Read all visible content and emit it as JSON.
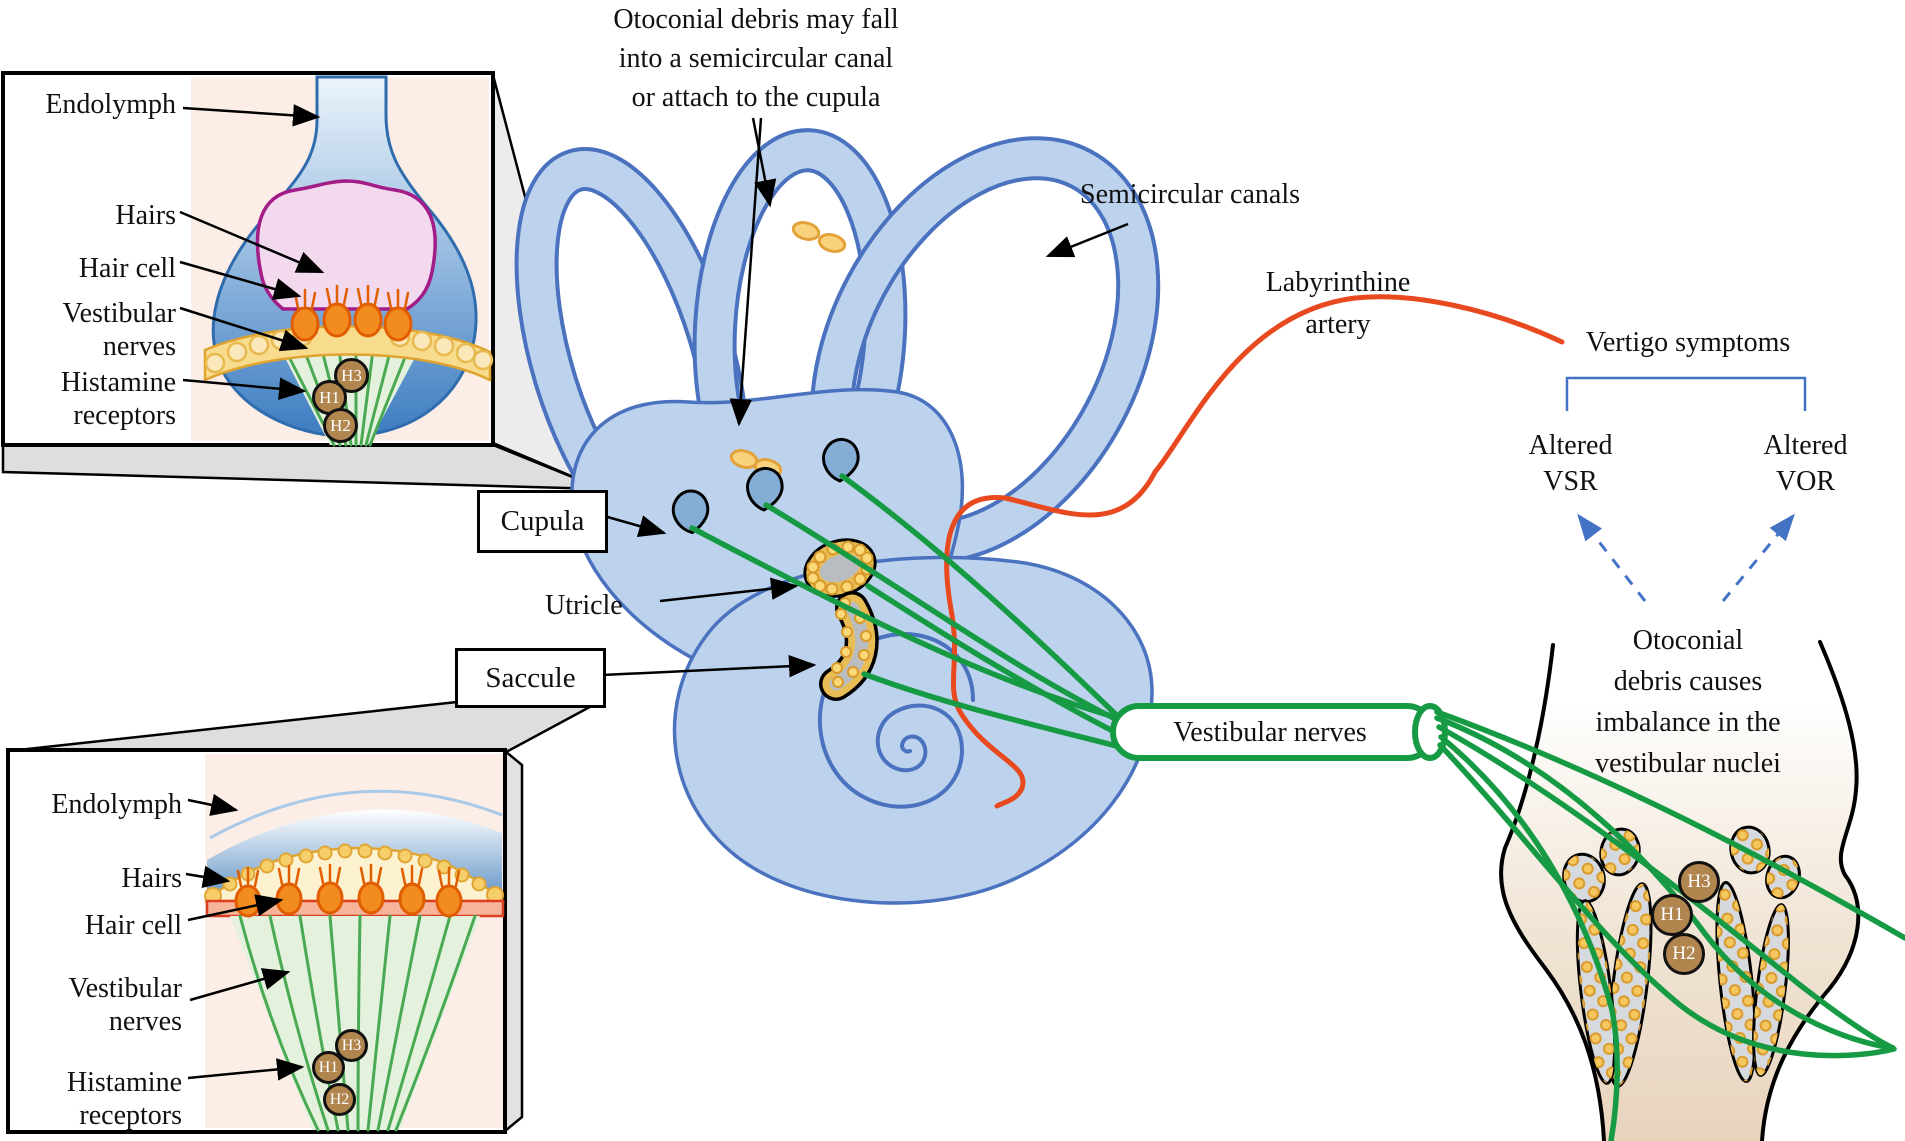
{
  "inset_cupula": {
    "labels": {
      "endolymph": "Endolymph",
      "hairs": "Hairs",
      "hair_cell": "Hair cell",
      "vestibular_nerves": "Vestibular nerves",
      "histamine_receptors": "Histamine receptors"
    }
  },
  "inset_macula": {
    "labels": {
      "endolymph": "Endolymph",
      "hairs": "Hairs",
      "hair_cell": "Hair cell",
      "vestibular_nerves": "Vestibular nerves",
      "histamine_receptors": "Histamine receptors"
    }
  },
  "receptors": {
    "h1": "H1",
    "h2": "H2",
    "h3": "H3"
  },
  "labyrinth": {
    "otoconial_note": "Otoconial debris may fall\ninto a semicircular canal\nor attach to the cupula",
    "semicircular_canals": "Semicircular canals",
    "labyrinthine_artery": "Labyrinthine\nartery",
    "cupula": "Cupula",
    "utricle": "Utricle",
    "saccule": "Saccule",
    "vestibular_nerves": "Vestibular nerves"
  },
  "outcome": {
    "vertigo_symptoms": "Vertigo symptoms",
    "altered_vsr": "Altered\nVSR",
    "altered_vor": "Altered\nVOR",
    "nuclei_note": "Otoconial\ndebris causes\nimbalance in the\nvestibular nuclei"
  },
  "colors": {
    "canal_outline": "#4a72bf",
    "canal_fill": "#bdd3ed",
    "nerve_green": "#169a43",
    "artery_red": "#e8491f",
    "symptom_blue": "#4472c4",
    "receptor_brown": "#b0854e",
    "otoconia_yellow": "#f8d27c"
  }
}
